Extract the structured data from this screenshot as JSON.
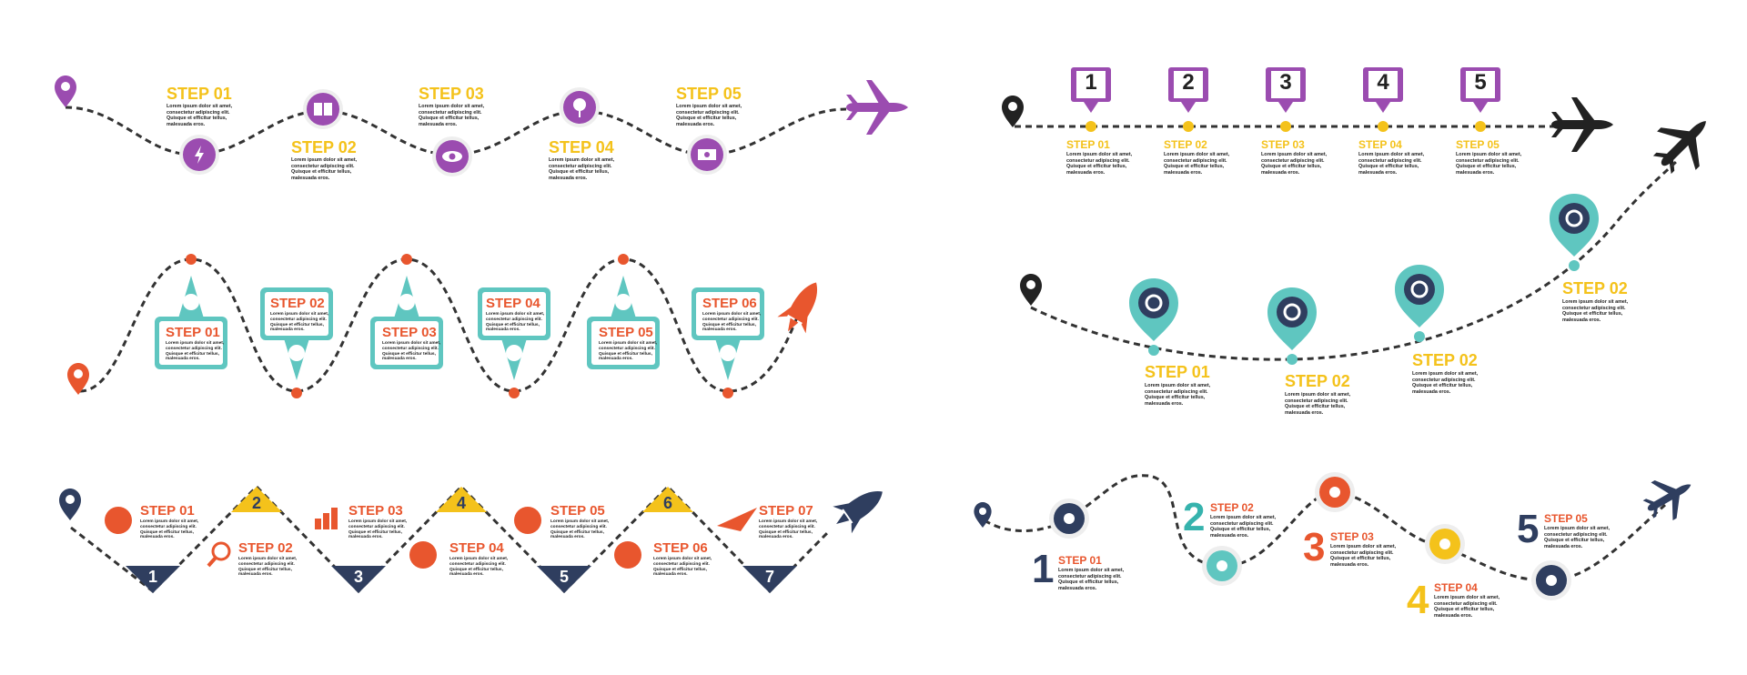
{
  "colors": {
    "purple": "#9b4cb0",
    "yellow": "#f4c21b",
    "orange": "#e8562e",
    "teal": "#5fc6c0",
    "teal_dark": "#36b3ad",
    "navy": "#2f3e5f",
    "dark": "#333333"
  },
  "body_text": [
    "Lorem ipsum dolor sit amet,",
    "consectetur adipiscing elit.",
    "Quisque et efficitur tellus,",
    "malesuada eros."
  ],
  "panel_purple_wave": {
    "steps": [
      "STEP 01",
      "STEP 02",
      "STEP 03",
      "STEP 04",
      "STEP 05"
    ],
    "icons": [
      "lightning-bulb-icon",
      "book-icon",
      "eye-gear-icon",
      "money-plant-icon",
      "cash-icon"
    ],
    "end_icon": "airplane-icon"
  },
  "panel_numbered_pins": {
    "numbers": [
      "1",
      "2",
      "3",
      "4",
      "5"
    ],
    "steps": [
      "STEP 01",
      "STEP 02",
      "STEP 03",
      "STEP 04",
      "STEP 05"
    ],
    "end_icon": "airplane-icon"
  },
  "panel_teal_loops": {
    "steps": [
      "STEP 01",
      "STEP 02",
      "STEP 03",
      "STEP 04",
      "STEP 05",
      "STEP 06"
    ],
    "icons": [
      "lightning-bulb-icon",
      "chart-icon",
      "gear-icon",
      "search-icon",
      "rocket-icon",
      "gears-icon"
    ],
    "end_icon": "rocket-icon"
  },
  "panel_teal_pins_curve": {
    "steps": [
      "STEP 01",
      "STEP 02",
      "STEP 02",
      "STEP 02"
    ],
    "icons": [
      "lightning-bulb-icon",
      "search-icon",
      "gear-icon",
      "target-icon"
    ],
    "end_icon": "airplane-icon"
  },
  "panel_zigzag": {
    "steps": [
      "STEP 01",
      "STEP 02",
      "STEP 03",
      "STEP 04",
      "STEP 05",
      "STEP 06",
      "STEP 07"
    ],
    "numbers": [
      "1",
      "2",
      "3",
      "4",
      "5",
      "6",
      "7"
    ],
    "icons": [
      "brain-icon",
      "search-icon",
      "bar-chart-icon",
      "puzzle-icon",
      "gears-icon",
      "piggy-bank-icon",
      "paper-plane-icon"
    ],
    "end_icon": "rocket-icon"
  },
  "panel_colored_numbers": {
    "numbers": [
      "1",
      "2",
      "3",
      "4",
      "5"
    ],
    "steps": [
      "STEP 01",
      "STEP 02",
      "STEP 03",
      "STEP 04",
      "STEP 05"
    ],
    "icons": [
      "lightning-bulb-icon",
      "search-icon",
      "pencil-icon",
      "hammer-icon",
      "rocket-icon"
    ],
    "end_icon": "airplane-icon"
  }
}
